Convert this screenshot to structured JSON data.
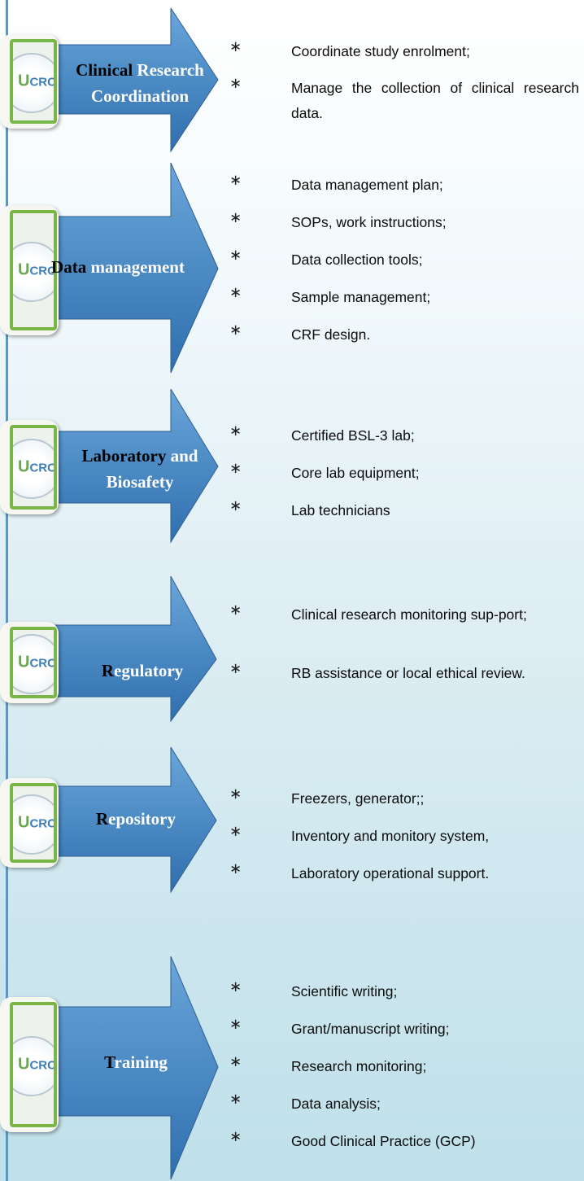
{
  "sections": [
    {
      "title_first": "Clinical",
      "title_rest": " Research",
      "title_line2": "Coordination",
      "items": [
        "Coordinate study enrolment;",
        "Manage the collection of clinical research data."
      ]
    },
    {
      "title_first": "Data",
      "title_rest": " management",
      "title_line2": "",
      "items": [
        "Data management plan;",
        "SOPs, work instructions;",
        "Data collection tools;",
        "Sample management;",
        "CRF design."
      ]
    },
    {
      "title_first": "Laboratory",
      "title_rest": " and",
      "title_line2": "Biosafety",
      "items": [
        "Certified BSL-3 lab;",
        "Core lab equipment;",
        "Lab technicians"
      ]
    },
    {
      "title_first": "R",
      "title_rest": "egulatory",
      "title_line2": "",
      "items": [
        "Clinical research monitoring sup-port;",
        "RB assistance or local ethical review."
      ]
    },
    {
      "title_first": "R",
      "title_rest": "epository",
      "title_line2": "",
      "items": [
        "Freezers, generator;;",
        "Inventory and monitory system,",
        "Laboratory operational support."
      ]
    },
    {
      "title_first": "T",
      "title_rest": "raining",
      "title_line2": "",
      "items": [
        "Scientific writing;",
        "Grant/manuscript writing;",
        "Research monitoring;",
        "Data analysis;",
        "Good Clinical Practice (GCP)"
      ]
    }
  ],
  "bullet_glyph": "∗",
  "logo_text": "UCRC",
  "colors": {
    "arrow_fill": "#3d7fc0",
    "arrow_light": "#6aa6da",
    "logo_border": "#7ab547",
    "rail": "#5b96c8"
  }
}
